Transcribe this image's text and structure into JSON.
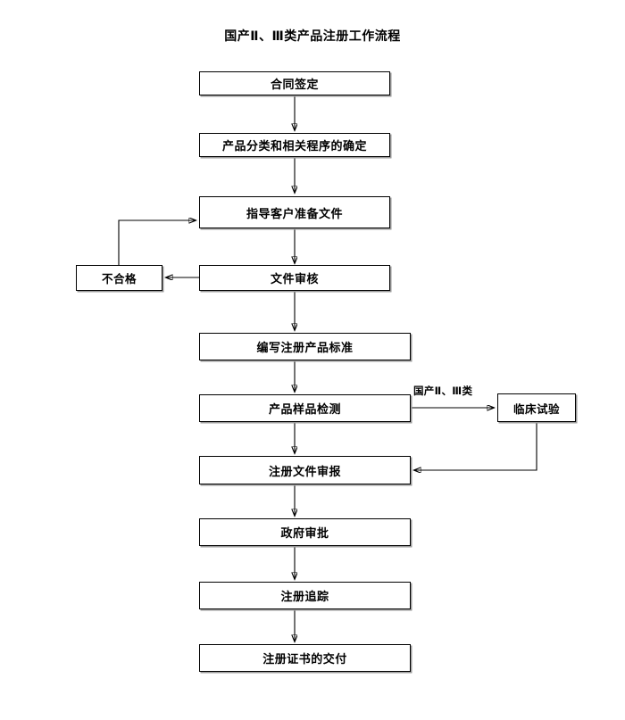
{
  "title": "国产Ⅱ、Ⅲ类产品注册工作流程",
  "nodes": {
    "contract": "合同签定",
    "classify": "产品分类和相关程序的确定",
    "guide": "指导客户准备文件",
    "review": "文件审核",
    "unqualified": "不合格",
    "standard": "编写注册产品标准",
    "sample_test": "产品样品检测",
    "clinical": "临床试验",
    "submit": "注册文件审报",
    "approval": "政府审批",
    "tracking": "注册追踪",
    "certificate": "注册证书的交付"
  },
  "edge_labels": {
    "domestic_class": "国产Ⅱ、Ⅲ类"
  },
  "colors": {
    "stroke": "#000000",
    "fill": "#ffffff",
    "shadow": "#9a9a9a"
  }
}
